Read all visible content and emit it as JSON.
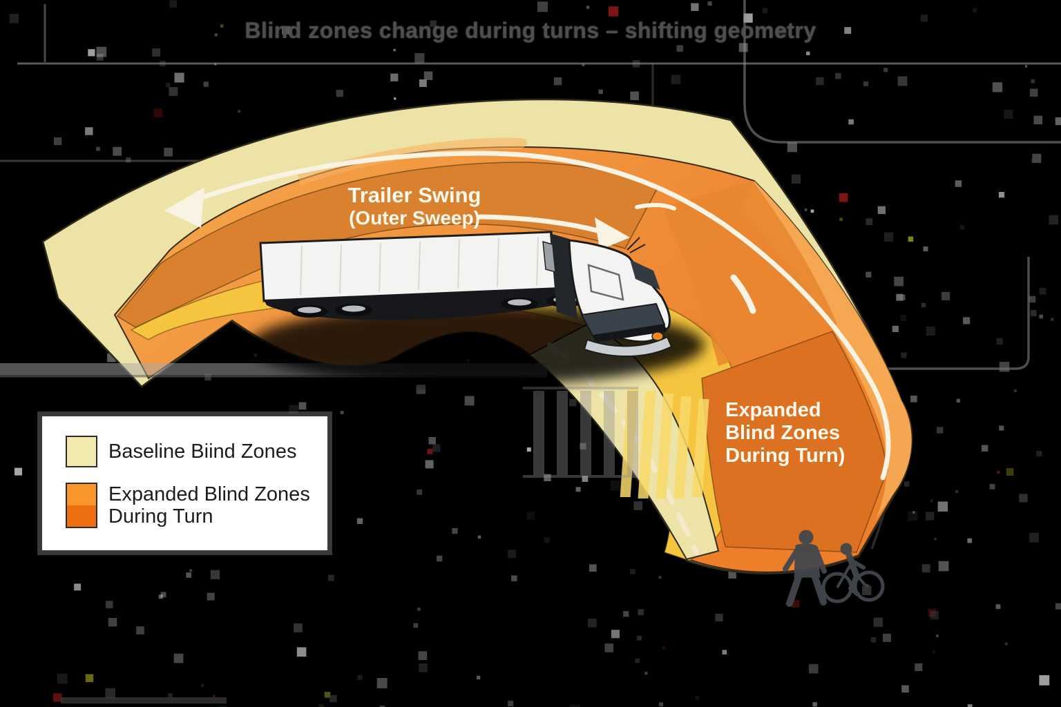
{
  "title": "Blind zones change during turns – shifting geometry",
  "annotations": {
    "trailer_swing": {
      "line1": "Trailer Swing",
      "line2": "(Outer Sweep)"
    },
    "expanded_zone": {
      "line1": "Expanded",
      "line2": "Blind Zones",
      "line3": "During Turn)"
    }
  },
  "legend": {
    "items": [
      {
        "id": "baseline",
        "label": "Baseline Biind Zones",
        "swatch_color": "#F3EBAE"
      },
      {
        "id": "expanded",
        "label_line1": "Expanded Blind Zones",
        "label_line2": "During Turn",
        "swatch_color_top": "#F8952B",
        "swatch_color_bottom": "#EB6F10"
      }
    ]
  },
  "colors": {
    "background": "#000000",
    "zone_baseline": "#EDE3A6",
    "zone_mid_orange": "#F5A94E",
    "zone_orange": "#EF8B36",
    "zone_deep_orange": "#ED7E2A",
    "zone_dark_orange": "#D9812F",
    "zone_facet_dark": "#DD7122",
    "zone_facet_light": "#F5AB55",
    "zone_gold": "#F6C53F",
    "zone_stripe": "#F9D96A",
    "road_line_gray": "#8F8F8F",
    "arrow_cream": "#F8F3E2",
    "dash_cream": "#F2EAC8",
    "truck_white": "#F3F3F1",
    "silhouette_gray": "#43474D",
    "title_gray": "#4E4E4E"
  },
  "icons": {
    "pedestrian": "pedestrian-icon",
    "cyclist": "cyclist-icon"
  }
}
